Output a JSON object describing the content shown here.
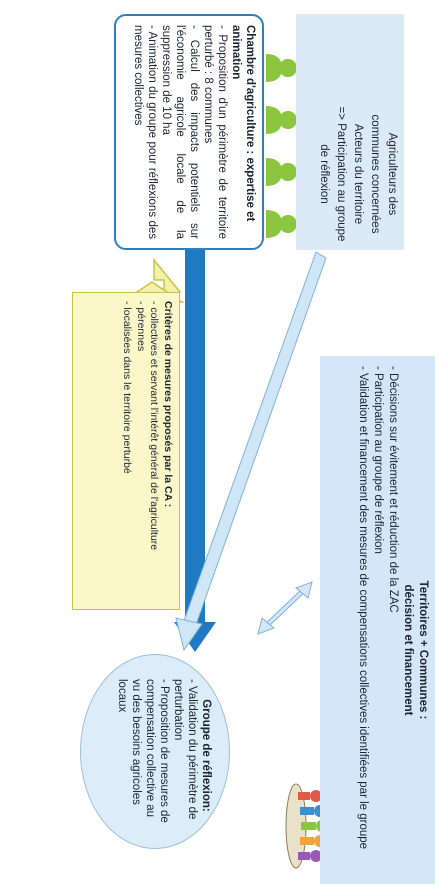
{
  "chambre": {
    "title": "Chambre d'agriculture : expertise et animation",
    "items": [
      "- Proposition d'un périmètre de territoire perturbé : 8 communes",
      "- Calcul des impacts potentiels sur l'économie agricole locale de la suppression de 10 ha",
      "- Animation du groupe pour réflexions des mesures collectives"
    ]
  },
  "agriculteurs": {
    "lines": [
      "Agriculteurs des communes concernées",
      "Acteurs du territoire",
      "=> Participation au groupe de réflexion"
    ]
  },
  "criteres": {
    "title": "Critères de mesures  proposés par la CA :",
    "items": [
      "- collectives et servant l'intérêt général de l'agriculture",
      "- pérennes",
      "- localisées dans le territoire perturbé"
    ]
  },
  "territoires": {
    "title_line1": "Territoires + Communes :",
    "title_line2": "décision et financement",
    "items": [
      "- Décisions sur évitement et réduction de la ZAC",
      "- Participation au groupe de réflexion",
      "- Validation et financement des mesures de compensations collectives identifiées par le groupe"
    ]
  },
  "groupe": {
    "title": "Groupe de réflexion:",
    "items": [
      "- Validation du périmètre de perturbation",
      "- Proposition de mesures de compensation collective au vu des besoins agricoles locaux"
    ]
  },
  "colors": {
    "blue_arrow": "#1f7ac2",
    "light_blue_arrow": "#cfe6f6",
    "yellow_arrow": "#f3f0a8",
    "farmer_green": "#8cc63f",
    "box_border": "#2f7fc0"
  },
  "icons": [
    "farmer-icon",
    "farmer-icon",
    "farmer-icon",
    "farmer-icon",
    "group-meeting-icon"
  ]
}
